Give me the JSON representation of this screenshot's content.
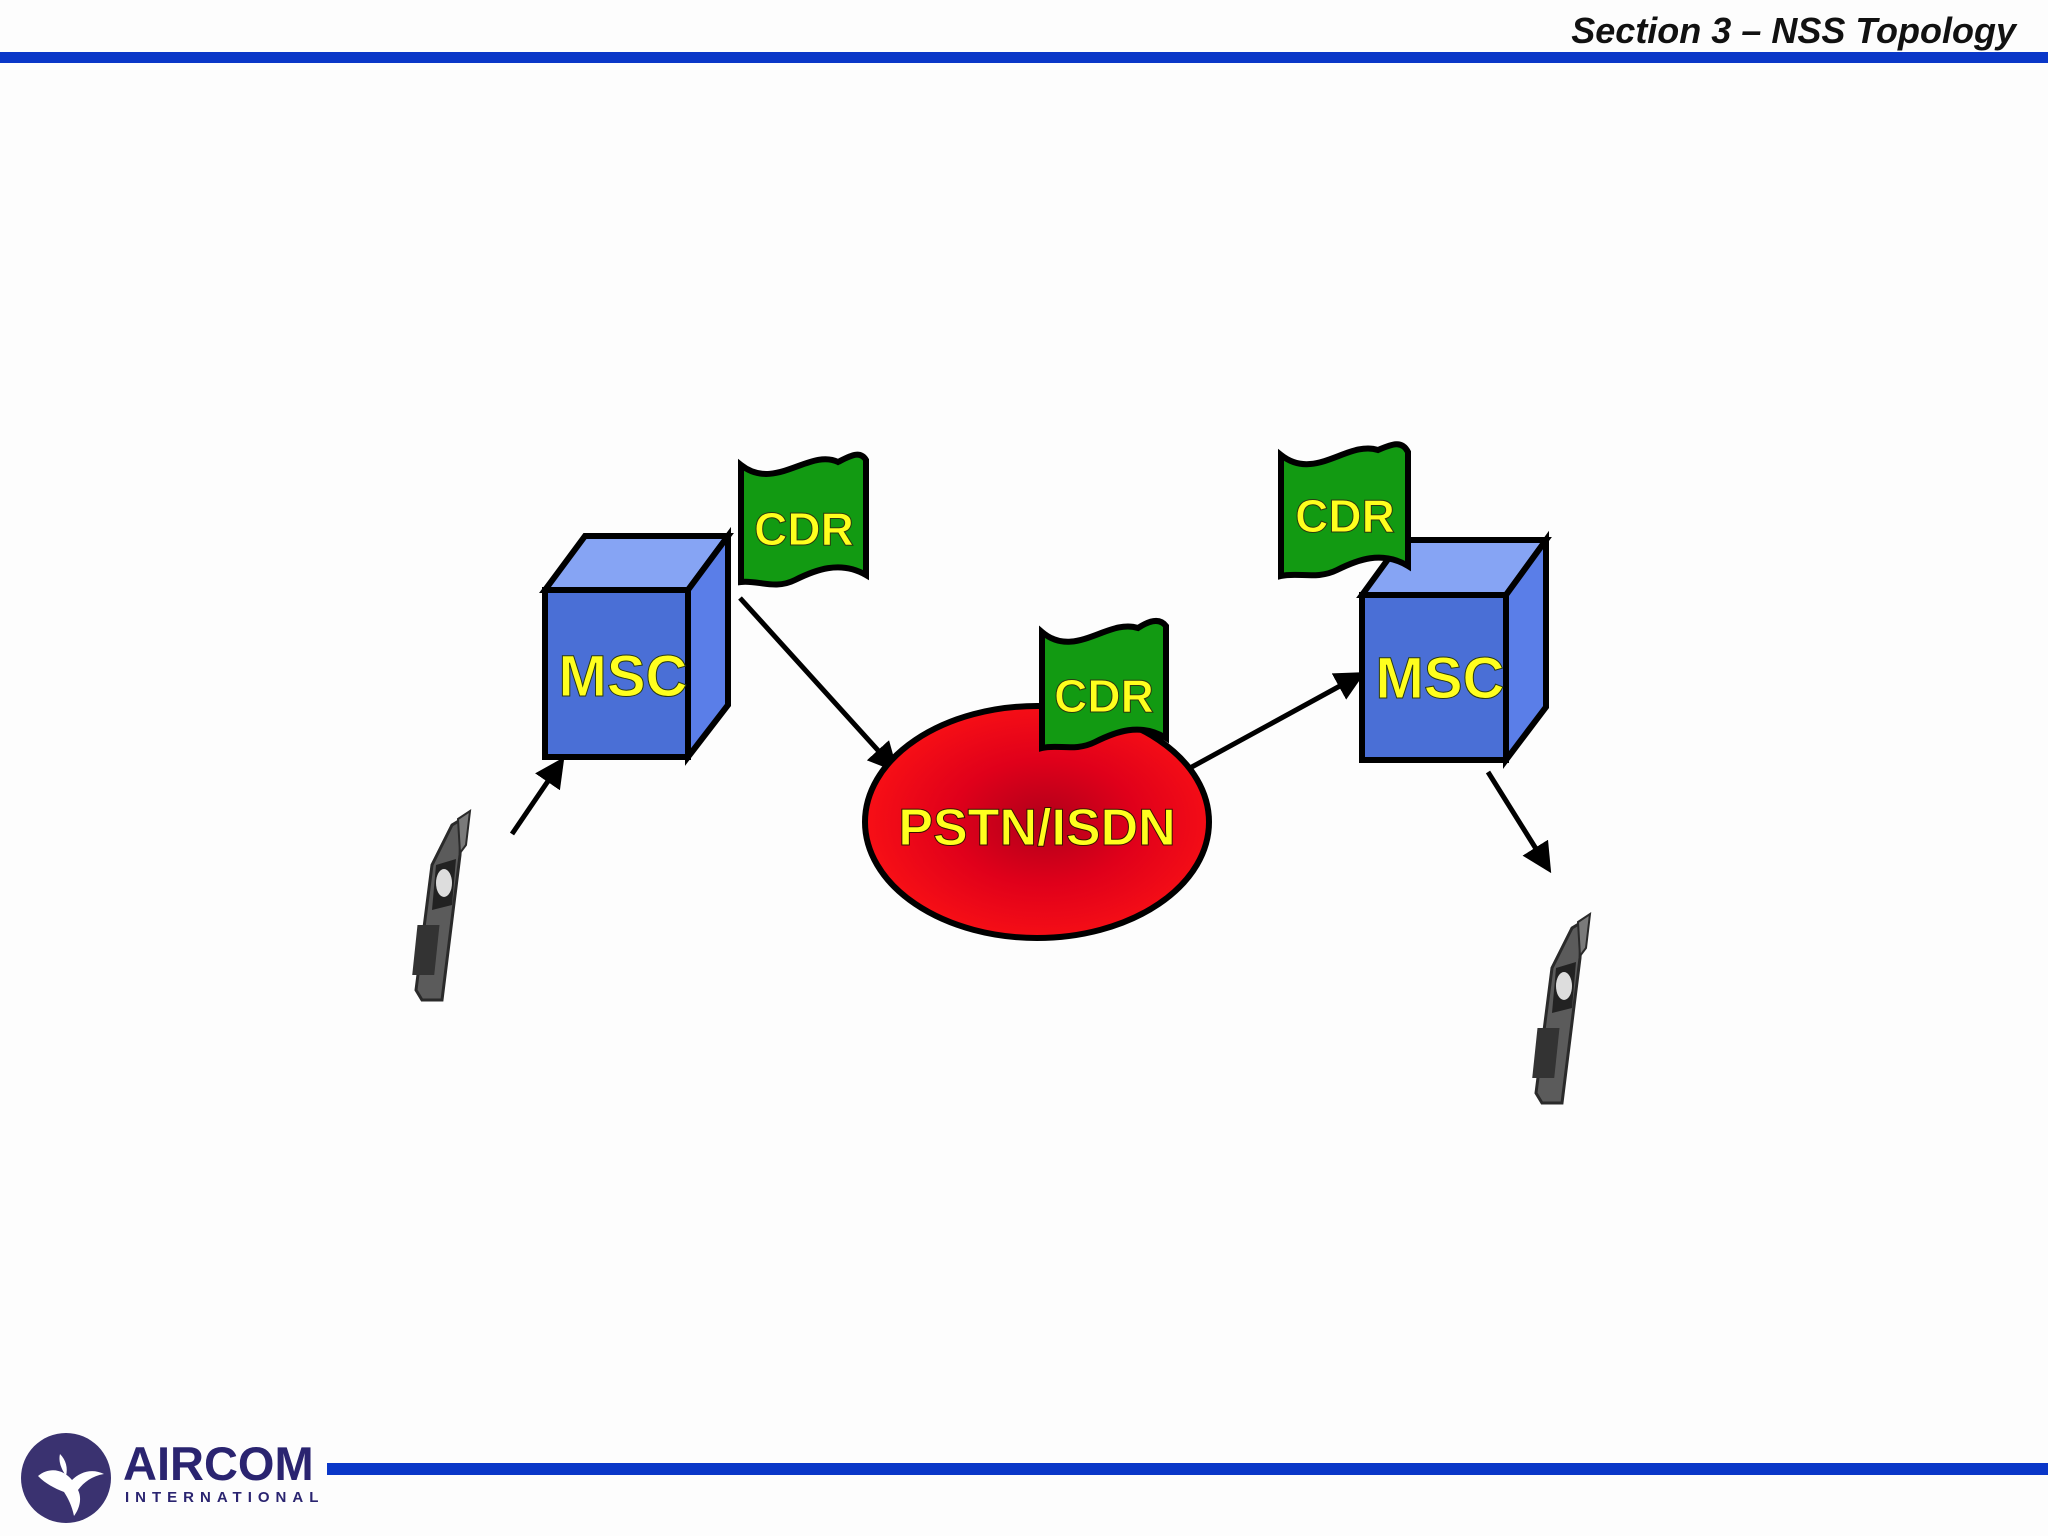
{
  "header": {
    "title": "Section 3 – NSS Topology"
  },
  "diagram": {
    "msc_left": {
      "label": "MSC"
    },
    "msc_right": {
      "label": "MSC"
    },
    "network": {
      "label": "PSTN/ISDN"
    },
    "cdr_left": {
      "label": "CDR"
    },
    "cdr_center": {
      "label": "CDR"
    },
    "cdr_right": {
      "label": "CDR"
    }
  },
  "footer": {
    "brand_name": "AIRCOM",
    "brand_sub": "INTERNATIONAL"
  },
  "colors": {
    "accent_rule": "#0a37c8",
    "box_fill": "#4a6fd6",
    "box_top": "#86a4f4",
    "box_side": "#5a7ee8",
    "flag_fill": "#129a12",
    "network_fill": "#e8000f",
    "label_text": "#ffff1e"
  }
}
